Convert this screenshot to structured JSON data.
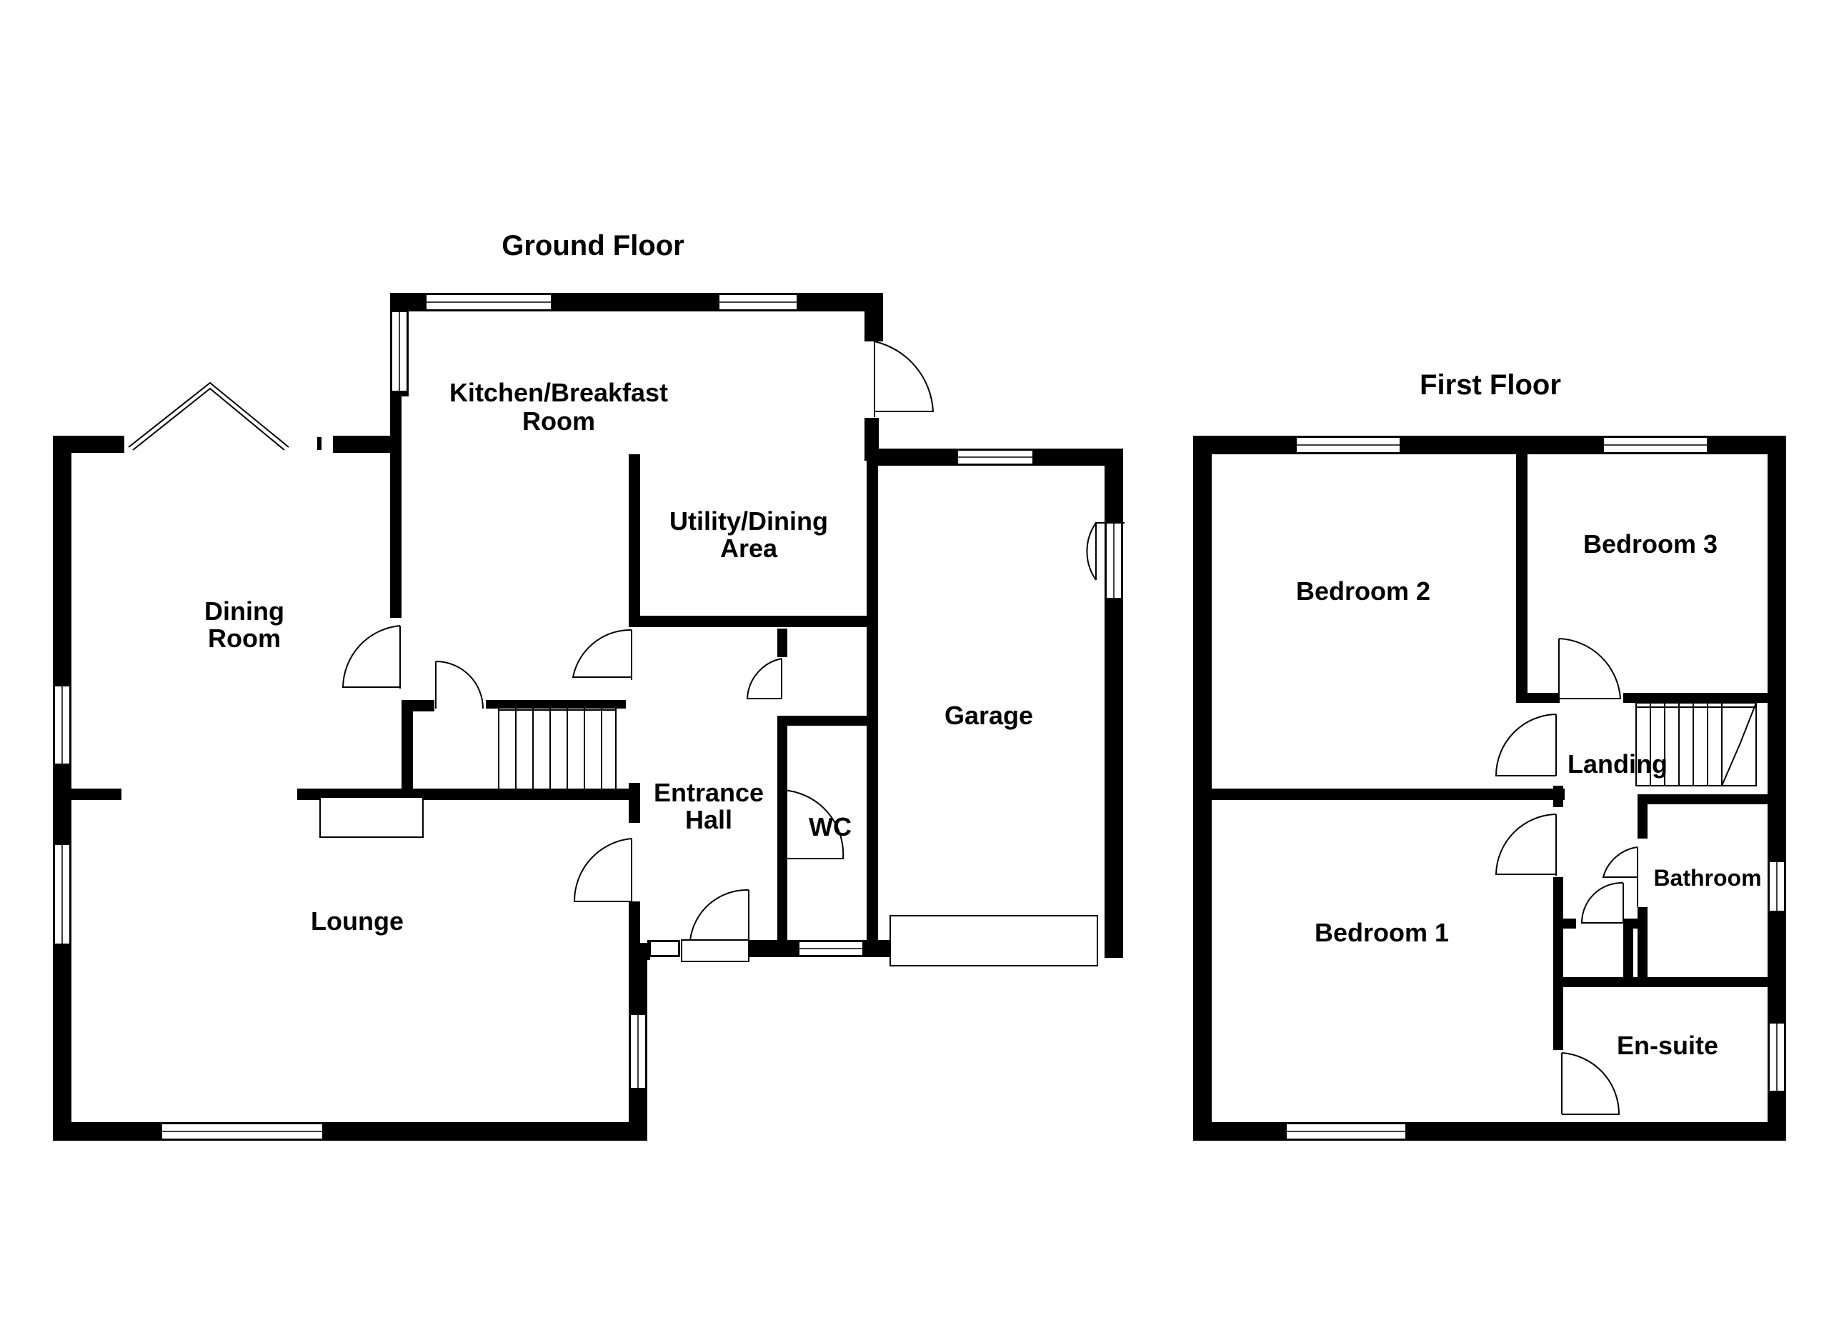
{
  "floors": {
    "ground": {
      "title": "Ground Floor",
      "rooms": {
        "kitchen_line1": "Kitchen/Breakfast",
        "kitchen_line2": "Room",
        "dining_line1": "Dining",
        "dining_line2": "Room",
        "utility_line1": "Utility/Dining",
        "utility_line2": "Area",
        "garage": "Garage",
        "hall_line1": "Entrance",
        "hall_line2": "Hall",
        "wc": "WC",
        "lounge": "Lounge"
      }
    },
    "first": {
      "title": "First Floor",
      "rooms": {
        "bedroom2": "Bedroom 2",
        "bedroom3": "Bedroom 3",
        "landing": "Landing",
        "bathroom": "Bathroom",
        "bedroom1": "Bedroom 1",
        "ensuite": "En-suite"
      }
    }
  },
  "colors": {
    "wall": "#000000",
    "background": "#ffffff"
  }
}
